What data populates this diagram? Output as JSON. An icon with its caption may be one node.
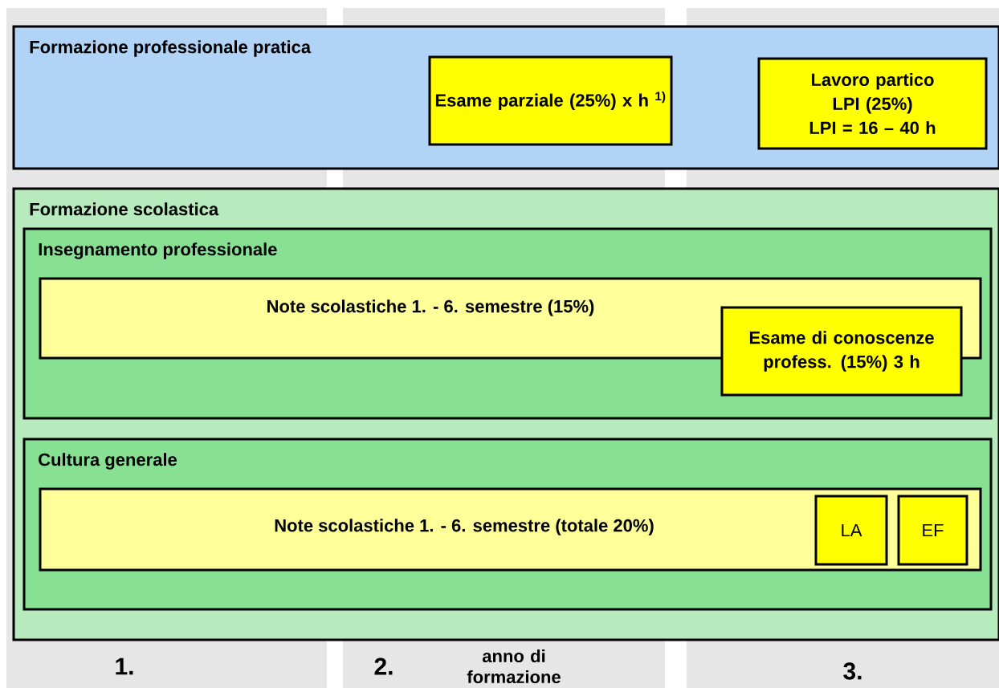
{
  "diagram": {
    "nodes": [
      {
        "text": [
          "Formazione professionale pratica"
        ]
      },
      {
        "text": [
          "Esame parziale (25%) x h $^{1)}$"
        ],
        "in": 0
      },
      {
        "text": [
          "Lavoro partico",
          "LPI (25%)",
          "LPI = 16 – 40 h"
        ],
        "in": 0
      },
      {
        "text": [
          "Formazione scolastica"
        ]
      },
      {
        "text": [
          "Insegnamento professionale"
        ],
        "in": 3
      },
      {
        "text": [
          "Note scolastiche 1. - 6. semestre (15%)"
        ],
        "in": 4
      },
      {
        "text": [
          "Esame di conoscenze profess. (15%) 3 h"
        ],
        "in": 4
      },
      {
        "text": [
          "Cultura generale"
        ],
        "in": 3
      },
      {
        "text": [
          "Note scolastiche 1. - 6. semestre (totale 20%)"
        ],
        "in": 7
      },
      {
        "text": [
          "LA"
        ],
        "in": 8
      },
      {
        "text": [
          "EF"
        ],
        "in": 8
      }
    ],
    "labels": [
      "1.",
      "2.",
      "anno di formazione",
      "3."
    ]
  }
}
